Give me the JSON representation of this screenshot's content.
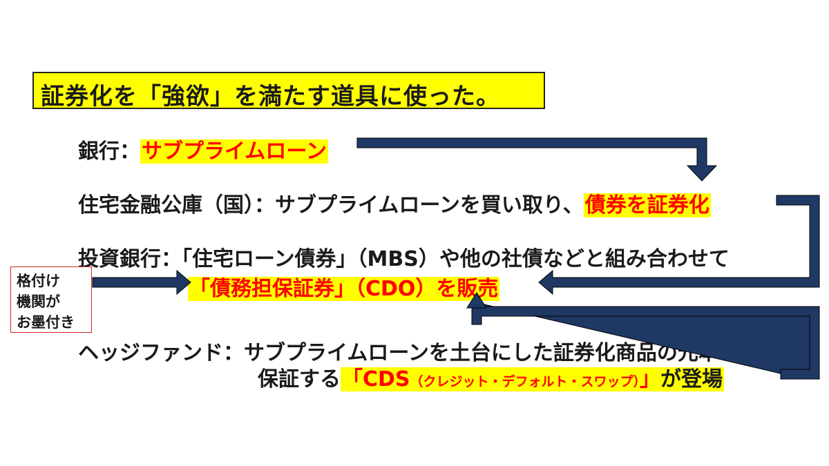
{
  "title": "証券化を「強欲」を満たす道具に使った。",
  "lines": {
    "bank_label": "銀行：",
    "bank_product": "サブプライムローン",
    "housing_label": "住宅金融公庫（国）：サブプライムローンを買い取り、",
    "housing_action": "債券を証券化",
    "ib_label": "投資銀行：「住宅ローン債券」（MBS）や他の社債などと組み合わせて",
    "cdo": "「債務担保証券」（CDO）を販売",
    "hedge_label": "ヘッジファンド：サブプライムローンを土台にした証券化商品の元本を",
    "guarantee_label": "保証する",
    "cds_main": "「CDS",
    "cds_sub": "（クレジット・デフォルト・スワップ）",
    "cds_end": "」",
    "appear": "が登場"
  },
  "rating": {
    "line1": "格付け",
    "line2": "機関が",
    "line3": "お墨付き"
  },
  "colors": {
    "highlight": "#ffff00",
    "accent_red": "#ff0000",
    "arrow": "#1f3864",
    "box_border": "#cc2222"
  }
}
